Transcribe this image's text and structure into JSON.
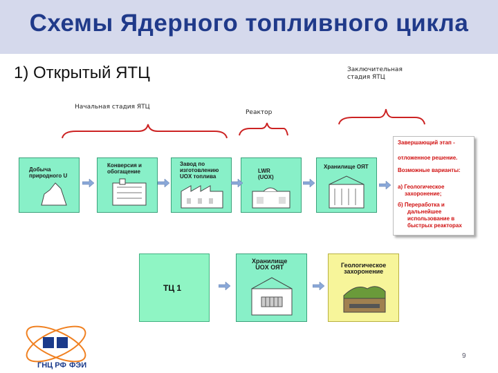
{
  "title": "Схемы Ядерного топливного цикла",
  "subtitle": "1)  Открытый ЯТЦ",
  "labels": {
    "initial_stage": "Начальная стадия ЯТЦ",
    "reactor": "Реактор",
    "final_stage_line1": "Заключительная",
    "final_stage_line2": "стадия ЯТЦ"
  },
  "top_row": [
    {
      "line1": "Добыча",
      "line2": "природного U",
      "line3": ""
    },
    {
      "line1": "Конверсия и",
      "line2": "обогащение",
      "line3": ""
    },
    {
      "line1": "Завод по",
      "line2": "изготовлению",
      "line3": "UOX топлива"
    },
    {
      "line1": "LWR",
      "line2": "(UOX)",
      "line3": ""
    },
    {
      "line1": "Хранилище ОЯТ",
      "line2": "",
      "line3": ""
    }
  ],
  "panel": {
    "line1": "Завершающий этап -",
    "line2": "отложенное решение.",
    "line3": "Возможные варианты:",
    "opt_a1": "а) Геологическое",
    "opt_a2": "захоронение;",
    "opt_b1": "б) Переработка и",
    "opt_b2": "дальнейшее",
    "opt_b3": "использование в",
    "opt_b4": "быстрых реакторах"
  },
  "bottom_row": {
    "tc": "ТЦ 1",
    "storage_line1": "Хранилище",
    "storage_line2": "UOX ОЯТ",
    "disposal_line1": "Геологическое",
    "disposal_line2": "захоронение"
  },
  "logo": {
    "left": "ГНЦ РФ",
    "right": "ФЭИ"
  },
  "page_number": "9"
}
